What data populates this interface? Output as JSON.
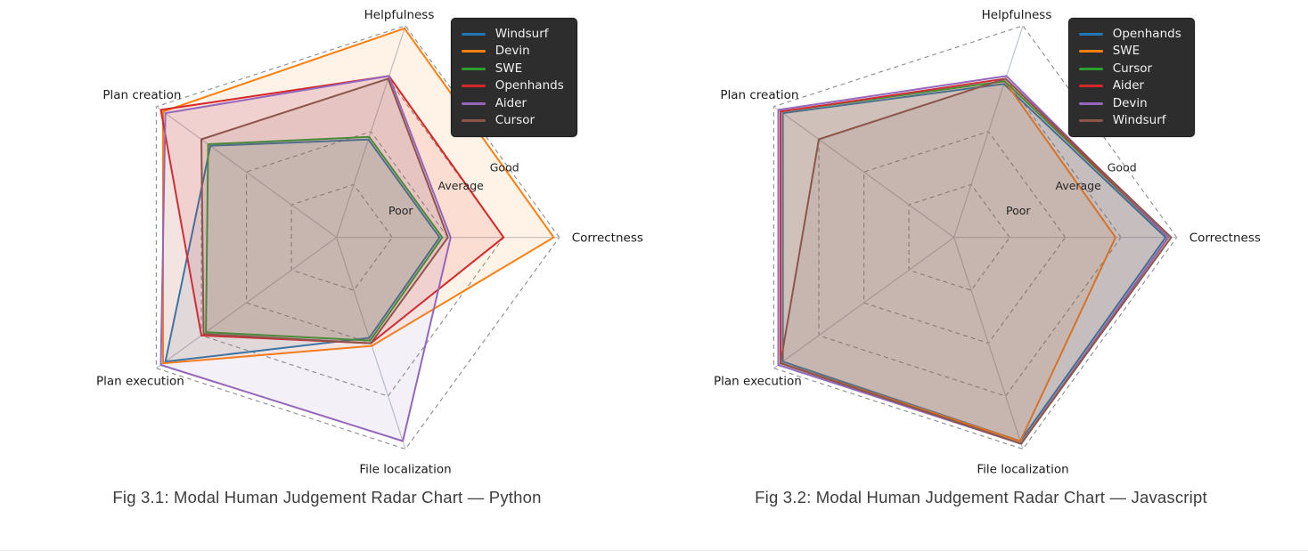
{
  "page": {
    "background": "#ffffff"
  },
  "figures": [
    {
      "caption": "Fig 3.1: Modal Human Judgement Radar Chart — Python"
    },
    {
      "caption": "Fig 3.2: Modal Human Judgement Radar Chart — Javascript"
    }
  ],
  "chart_data": [
    {
      "type": "radar",
      "title": "Fig 3.1: Modal Human Judgement Radar Chart — Python",
      "categories": [
        "Correctness",
        "Helpfulness",
        "Plan creation",
        "Plan execution",
        "File localization"
      ],
      "axis_angles_deg": [
        0,
        72,
        144,
        216,
        288
      ],
      "scale": {
        "min": 0,
        "max": 4,
        "rings": [
          1,
          2,
          3,
          4
        ]
      },
      "ring_labels": [
        {
          "label": "Poor",
          "value": 1
        },
        {
          "label": "Average",
          "value": 2
        },
        {
          "label": "Good",
          "value": 3
        }
      ],
      "legend_position": "top-right",
      "grid": "dashed-pentagons",
      "series": [
        {
          "name": "Windsurf",
          "color": "#1f77b4",
          "values": [
            1.85,
            1.85,
            2.8,
            3.8,
            1.9
          ]
        },
        {
          "name": "Devin",
          "color": "#ff7f0e",
          "values": [
            3.9,
            3.95,
            3.85,
            3.85,
            2.05
          ]
        },
        {
          "name": "SWE",
          "color": "#2ca02c",
          "values": [
            1.9,
            1.9,
            2.85,
            2.9,
            1.95
          ]
        },
        {
          "name": "Openhands",
          "color": "#d62728",
          "values": [
            3.0,
            3.05,
            3.9,
            3.0,
            2.0
          ]
        },
        {
          "name": "Aider",
          "color": "#9467bd",
          "values": [
            2.05,
            3.05,
            3.8,
            3.9,
            3.85
          ]
        },
        {
          "name": "Cursor",
          "color": "#8c564b",
          "values": [
            2.0,
            3.0,
            3.0,
            2.95,
            2.0
          ]
        }
      ]
    },
    {
      "type": "radar",
      "title": "Fig 3.2: Modal Human Judgement Radar Chart — Javascript",
      "categories": [
        "Correctness",
        "Helpfulness",
        "Plan creation",
        "Plan execution",
        "File localization"
      ],
      "axis_angles_deg": [
        0,
        72,
        144,
        216,
        288
      ],
      "scale": {
        "min": 0,
        "max": 4,
        "rings": [
          1,
          2,
          3,
          4
        ]
      },
      "ring_labels": [
        {
          "label": "Poor",
          "value": 1
        },
        {
          "label": "Average",
          "value": 2
        },
        {
          "label": "Good",
          "value": 3
        }
      ],
      "legend_position": "top-right",
      "grid": "dashed-pentagons",
      "series": [
        {
          "name": "Openhands",
          "color": "#1f77b4",
          "values": [
            3.8,
            2.9,
            3.8,
            3.8,
            3.85
          ]
        },
        {
          "name": "SWE",
          "color": "#ff7f0e",
          "values": [
            2.9,
            2.95,
            3.85,
            3.85,
            3.85
          ]
        },
        {
          "name": "Cursor",
          "color": "#2ca02c",
          "values": [
            3.85,
            2.95,
            3.85,
            3.85,
            3.9
          ]
        },
        {
          "name": "Aider",
          "color": "#d62728",
          "values": [
            3.85,
            3.0,
            3.85,
            3.85,
            3.9
          ]
        },
        {
          "name": "Devin",
          "color": "#9467bd",
          "values": [
            3.85,
            3.05,
            3.9,
            3.9,
            3.9
          ]
        },
        {
          "name": "Windsurf",
          "color": "#8c564b",
          "values": [
            3.9,
            3.0,
            3.0,
            3.85,
            3.9
          ]
        }
      ]
    }
  ]
}
